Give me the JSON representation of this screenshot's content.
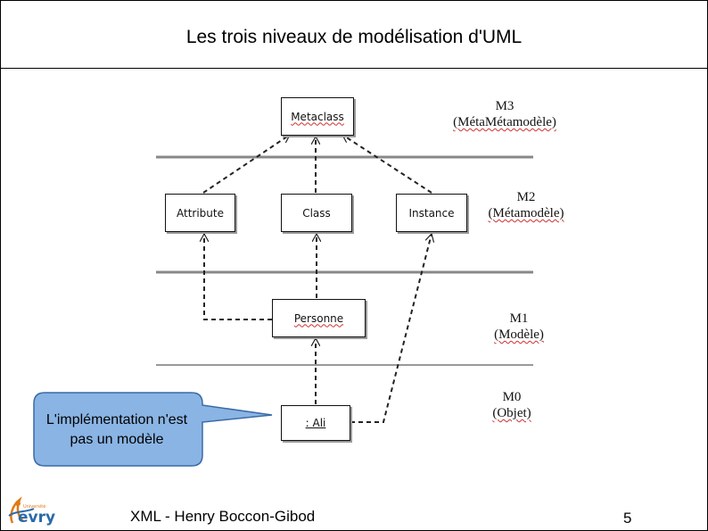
{
  "slide": {
    "title": "Les trois niveaux de modélisation d'UML",
    "footer": "XML - Henry Boccon-Gibod",
    "page_number": "5"
  },
  "levels": [
    {
      "code": "M3",
      "label": "(MétaMétamodèle)"
    },
    {
      "code": "M2",
      "label": "(Métamodèle)"
    },
    {
      "code": "M1",
      "label": "(Modèle)"
    },
    {
      "code": "M0",
      "label": "(Objet)"
    }
  ],
  "boxes": {
    "metaclass": "Metaclass",
    "attribute": "Attribute",
    "class": "Class",
    "instance": "Instance",
    "personne": "Personne",
    "ali": ": Ali"
  },
  "callout": {
    "text": "L'implémentation n'est pas un modèle",
    "fill": "#8ab4e4"
  },
  "logo": {
    "icon": "universite-evry-logo",
    "small_text": "Université",
    "brand_text": "evry"
  }
}
